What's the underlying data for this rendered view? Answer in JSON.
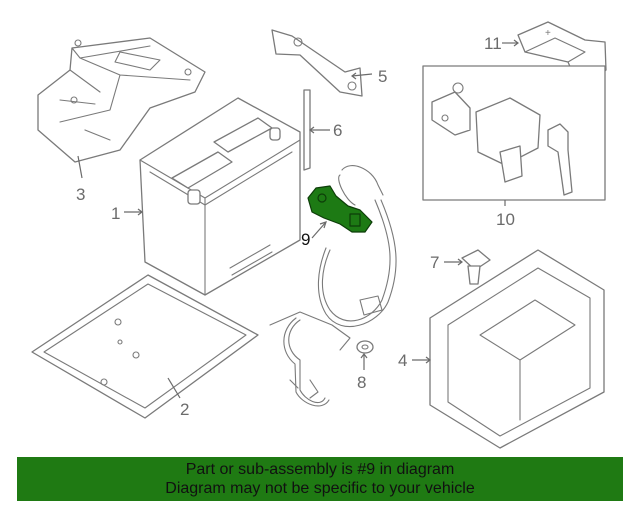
{
  "callouts": {
    "c1": "1",
    "c2": "2",
    "c3": "3",
    "c4": "4",
    "c5": "5",
    "c6": "6",
    "c7": "7",
    "c8": "8",
    "c9": "9",
    "c10": "10",
    "c11": "11"
  },
  "highlighted_part": "9",
  "colors": {
    "highlight": "#1d7a14",
    "banner": "#1f7a13",
    "line": "#7a7a7a"
  },
  "banner": {
    "line1": "Part or sub-assembly is #9 in diagram",
    "line2": "Diagram may not be specific to your vehicle"
  }
}
